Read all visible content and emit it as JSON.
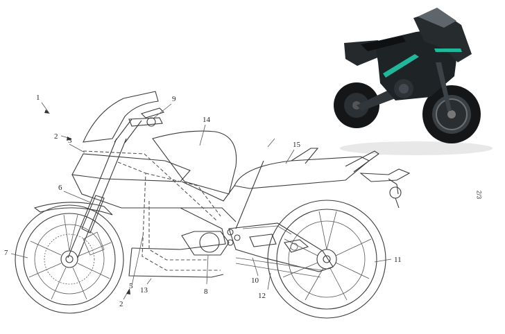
{
  "figure": {
    "labels": [
      "1",
      "2",
      "3",
      "9",
      "14",
      "15",
      "6",
      "7",
      "8",
      "5",
      "2",
      "13",
      "10",
      "12",
      "11"
    ],
    "side_text": "2/3"
  },
  "photo": {
    "colors": {
      "body": "#1e2326",
      "accent": "#1fb89a",
      "tire": "#111315"
    }
  }
}
